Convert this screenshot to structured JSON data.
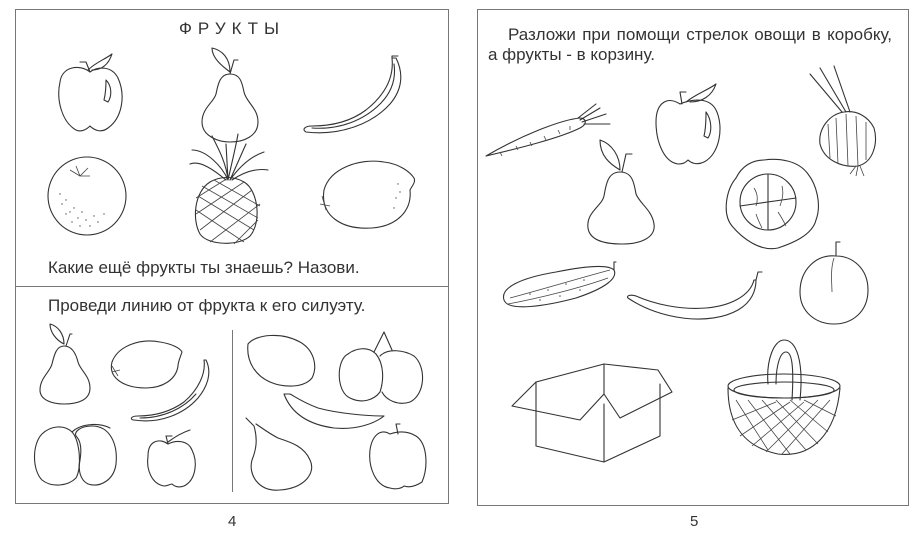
{
  "left_page": {
    "title": "ФРУКТЫ",
    "question": "Какие ещё фрукты ты знаешь? Назови.",
    "task": "Проведи линию от фрукта к его силуэту.",
    "page_number": "4",
    "top_illustrations": [
      "apple",
      "pear",
      "banana",
      "orange",
      "pineapple",
      "lemon"
    ],
    "matching_fruits": [
      "pear",
      "lemon",
      "banana",
      "plums",
      "apple"
    ],
    "matching_silhouettes": [
      "lemon",
      "plums",
      "banana",
      "pear",
      "apple"
    ]
  },
  "right_page": {
    "instruction": "Разложи при помощи стрелок овощи в коробку, а фрукты - в корзину.",
    "page_number": "5",
    "items": [
      "carrot",
      "apple",
      "onion",
      "pear",
      "cabbage",
      "cucumber",
      "banana",
      "plum"
    ],
    "containers": [
      "box",
      "basket"
    ]
  },
  "colors": {
    "line": "#333333",
    "border": "#777777",
    "background": "#ffffff"
  }
}
